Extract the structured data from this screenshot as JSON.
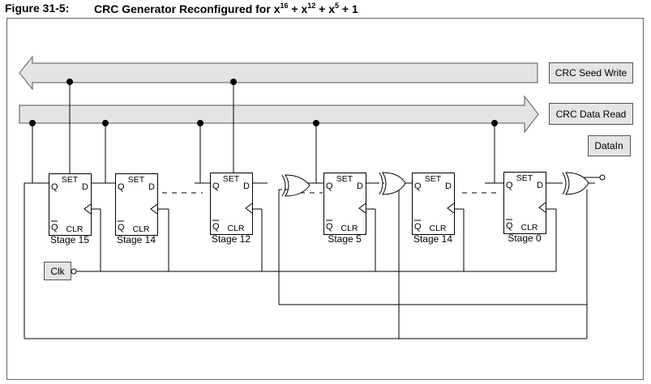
{
  "figure": {
    "label": "Figure 31-5:",
    "title_prefix": "CRC Generator Reconfigured for x",
    "exp1": "16",
    "plus1": " + x",
    "exp2": "12",
    "plus2": " + x",
    "exp3": "5",
    "suffix": " + 1"
  },
  "buses": {
    "seed_write": "CRC Seed Write",
    "data_read": "CRC Data Read",
    "data_in": "DataIn"
  },
  "clock": {
    "label": "Clk"
  },
  "flipflop": {
    "set": "SET",
    "clr": "CLR",
    "q": "Q",
    "qbar": "Q",
    "d": "D"
  },
  "stages": [
    {
      "label": "Stage 15"
    },
    {
      "label": "Stage 14"
    },
    {
      "label": "Stage 12"
    },
    {
      "label": "Stage 5"
    },
    {
      "label": "Stage 14"
    },
    {
      "label": "Stage 0"
    }
  ],
  "colors": {
    "bus_fill": "#e4e4e4",
    "box_fill": "#e4e4e4",
    "line": "#000000"
  }
}
